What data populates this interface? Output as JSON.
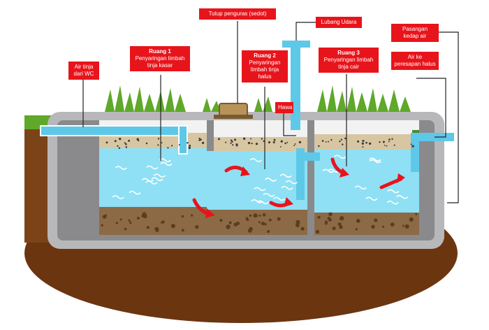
{
  "labels": {
    "inlet": {
      "line1": "Air tinja",
      "line2": "dari WC"
    },
    "room1": {
      "title": "Ruang 1",
      "desc": "Penyaringan limbah tinja kasar"
    },
    "lid": "Tutup penguras (sedot)",
    "vent": "Lubang Udara",
    "room2": {
      "title": "Ruang 2",
      "desc": "Penyaringan limbah tinja halus"
    },
    "hawa": "Hawa",
    "room3": {
      "title": "Ruang 3",
      "desc": "Penyaringan limbah tinja cair"
    },
    "seal": "Pasangan kedap air",
    "outlet": "Air ke peresapan halus"
  },
  "colors": {
    "label_bg": "#e8141b",
    "water": "#8fe0f5",
    "soil": "#6b3510",
    "tank_wall": "#a9a9ab",
    "grass": "#5fa82a",
    "flow_arrow": "#e8141b",
    "pipe": "#5ec8e8"
  }
}
